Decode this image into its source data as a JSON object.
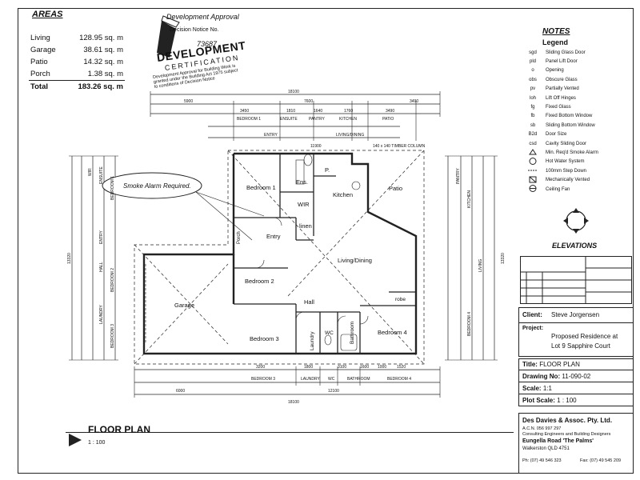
{
  "areas": {
    "title": "AREAS",
    "rows": [
      {
        "label": "Living",
        "value": "128.95 sq. m"
      },
      {
        "label": "Garage",
        "value": "38.61 sq. m"
      },
      {
        "label": "Patio",
        "value": "14.32 sq. m"
      },
      {
        "label": "Porch",
        "value": "1.38 sq. m"
      }
    ],
    "total": {
      "label": "Total",
      "value": "183.26 sq. m"
    }
  },
  "stamp": {
    "line1": "Development Approval",
    "line2": "Decision Notice No.",
    "number": "73687",
    "line3": "DEVELOPMENT",
    "line4": "CERTIFICATION",
    "line5": "Development Approval for Building Work is granted under the Building Act 1975 subject to conditions of Decision Notice"
  },
  "notes": {
    "title": "NOTES",
    "legend_title": "Legend",
    "items": [
      {
        "code": "sgd",
        "text": "Sliding Glass Door"
      },
      {
        "code": "pld",
        "text": "Panel Lift Door"
      },
      {
        "code": "o",
        "text": "Opening"
      },
      {
        "code": "obs",
        "text": "Obscure Glass"
      },
      {
        "code": "pv",
        "text": "Partially Vented"
      },
      {
        "code": "loh",
        "text": "Lift Off Hinges"
      },
      {
        "code": "fg",
        "text": "Fixed Glass"
      },
      {
        "code": "fb",
        "text": "Fixed Bottom Window"
      },
      {
        "code": "sb",
        "text": "Sliding Bottom Window"
      },
      {
        "code": "B2d",
        "text": "Door Size"
      },
      {
        "code": "csd",
        "text": "Cavity Sliding Door"
      },
      {
        "code": "",
        "text": "Min. Req'd Smoke Alarm"
      },
      {
        "code": "",
        "text": "Hot Water System"
      },
      {
        "code": "",
        "text": "100mm Step Down"
      },
      {
        "code": "",
        "text": "Mechanically Vented"
      },
      {
        "code": "",
        "text": "Ceiling Fan"
      }
    ]
  },
  "elevations_label": "ELEVATIONS",
  "client": {
    "label": "Client:",
    "value": "Steve Jorgensen"
  },
  "project": {
    "label": "Project:",
    "line1": "Proposed Residence at",
    "line2": "Lot 9 Sapphire Court"
  },
  "title_block": {
    "title_label": "Title:",
    "title_value": "FLOOR PLAN",
    "drawing_label": "Drawing No:",
    "drawing_value": "11-090-02",
    "scale_label": "Scale:",
    "scale_value": "1:1",
    "plot_label": "Plot Scale:",
    "plot_value": "1 : 100"
  },
  "company": {
    "name": "Des Davies & Assoc. Pty. Ltd.",
    "line1": "A.C.N. 056 997 297",
    "line2": "Consulting Engineers and Building Designers",
    "address1": "Eungella Road 'The Palms'",
    "address2": "Walkerston QLD 4751",
    "phone": "Ph: (07) 49 546 323",
    "fax": "Fax: (07) 49 545 209"
  },
  "floor_plan_title": "FLOOR PLAN",
  "floor_plan_scale": "1 : 100",
  "rooms": {
    "bedroom1": "Bedroom 1",
    "ens": "Ens.",
    "wir": "WIR",
    "p": "P.",
    "kitchen": "Kitchen",
    "patio": "Patio",
    "linen": "linen",
    "entry": "Entry",
    "porch": "Porch",
    "living": "Living/Dining",
    "bedroom2": "Bedroom 2",
    "garage": "Garage",
    "hall": "Hall",
    "robe": "robe",
    "bedroom3": "Bedroom 3",
    "laundry": "Laundry",
    "wc": "WC",
    "bathroom": "Bathroom",
    "bedroom4": "Bedroom 4"
  },
  "smoke_note": "Smoke Alarm Required.",
  "timber_column": "140 x 140 TIMBER COLUMN",
  "dims": {
    "top_overall": "18100",
    "top_b1": "5900",
    "top_b2": "7600",
    "top_b3": "3490",
    "top_row2": [
      "3450",
      "1810",
      "1640",
      "1760",
      "3490"
    ],
    "top_row3": [
      "BEDROOM 1",
      "ENSUITE",
      "PANTRY",
      "KITCHEN",
      "PATIO"
    ],
    "top_row4": [
      "ENTRY",
      "LIVING/DINING"
    ],
    "inner_top": "11900",
    "bottom_row1": [
      "3200",
      "1800",
      "3100",
      "1600",
      "1000",
      "1520"
    ],
    "bottom_row2": [
      "BEDROOM 3",
      "LAUNDRY",
      "WC",
      "BATHROOM",
      "BEDROOM 4"
    ],
    "bottom_overall": "18100",
    "bottom_b": [
      "6000",
      "12100"
    ],
    "left_overall": "13320",
    "left_labels": [
      "WIR",
      "ENSUITE",
      "BEDROOM 1",
      "ENTRY",
      "HALL",
      "BEDROOM 2",
      "LAUNDRY",
      "BEDROOM 3"
    ],
    "right_labels": [
      "PANTRY",
      "KITCHEN",
      "LIVING",
      "BEDROOM 4"
    ],
    "right_overall": "13320"
  },
  "colors": {
    "line": "#222222",
    "paper": "#ffffff"
  }
}
